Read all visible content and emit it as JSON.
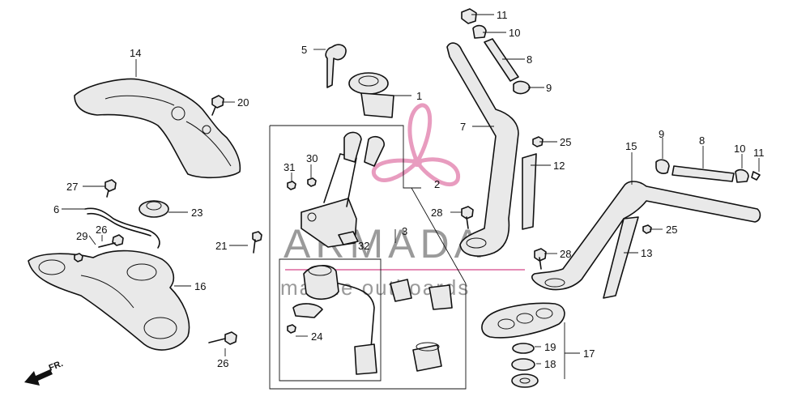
{
  "callouts": [
    {
      "id": "1",
      "text": "1"
    },
    {
      "id": "2",
      "text": "2"
    },
    {
      "id": "3",
      "text": "3"
    },
    {
      "id": "5",
      "text": "5"
    },
    {
      "id": "6",
      "text": "6"
    },
    {
      "id": "7",
      "text": "7"
    },
    {
      "id": "8a",
      "text": "8"
    },
    {
      "id": "8b",
      "text": "8"
    },
    {
      "id": "9a",
      "text": "9"
    },
    {
      "id": "9b",
      "text": "9"
    },
    {
      "id": "10a",
      "text": "10"
    },
    {
      "id": "10b",
      "text": "10"
    },
    {
      "id": "11a",
      "text": "11"
    },
    {
      "id": "11b",
      "text": "11"
    },
    {
      "id": "12",
      "text": "12"
    },
    {
      "id": "13",
      "text": "13"
    },
    {
      "id": "14",
      "text": "14"
    },
    {
      "id": "15",
      "text": "15"
    },
    {
      "id": "16",
      "text": "16"
    },
    {
      "id": "17",
      "text": "17"
    },
    {
      "id": "18",
      "text": "18"
    },
    {
      "id": "19",
      "text": "19"
    },
    {
      "id": "20",
      "text": "20"
    },
    {
      "id": "21",
      "text": "21"
    },
    {
      "id": "23",
      "text": "23"
    },
    {
      "id": "24",
      "text": "24"
    },
    {
      "id": "25a",
      "text": "25"
    },
    {
      "id": "25b",
      "text": "25"
    },
    {
      "id": "26a",
      "text": "26"
    },
    {
      "id": "26b",
      "text": "26"
    },
    {
      "id": "27",
      "text": "27"
    },
    {
      "id": "28a",
      "text": "28"
    },
    {
      "id": "28b",
      "text": "28"
    },
    {
      "id": "29",
      "text": "29"
    },
    {
      "id": "30",
      "text": "30"
    },
    {
      "id": "31",
      "text": "31"
    },
    {
      "id": "32",
      "text": "32"
    }
  ],
  "watermark": {
    "brand": "ARMADA",
    "tagline": "marine outboards",
    "accent_color": "#e58bb5"
  },
  "direction_label": "FR."
}
